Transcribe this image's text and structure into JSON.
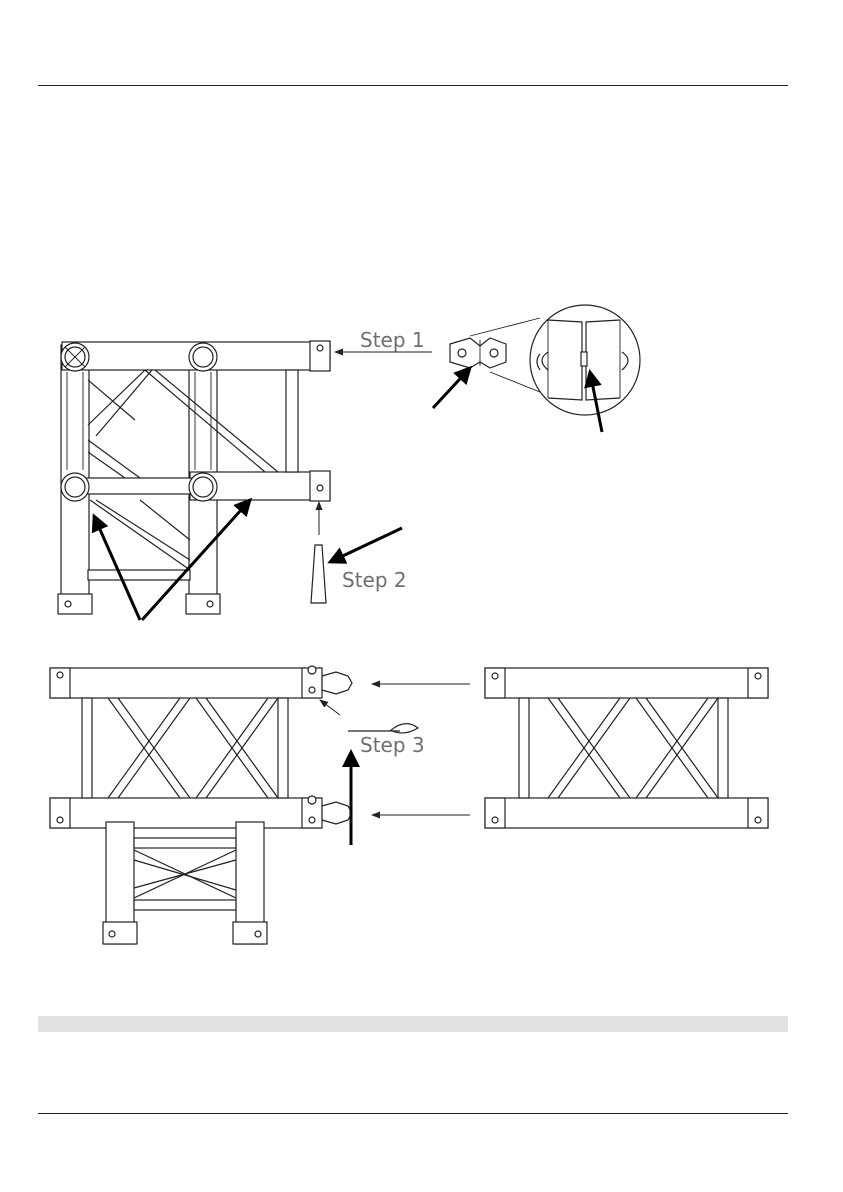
{
  "steps": {
    "step1": "Step 1",
    "step2": "Step 2",
    "step3": "Step 3"
  },
  "colors": {
    "line": "#222222",
    "label": "#6e6e6e",
    "band": "#e1e1e1"
  }
}
